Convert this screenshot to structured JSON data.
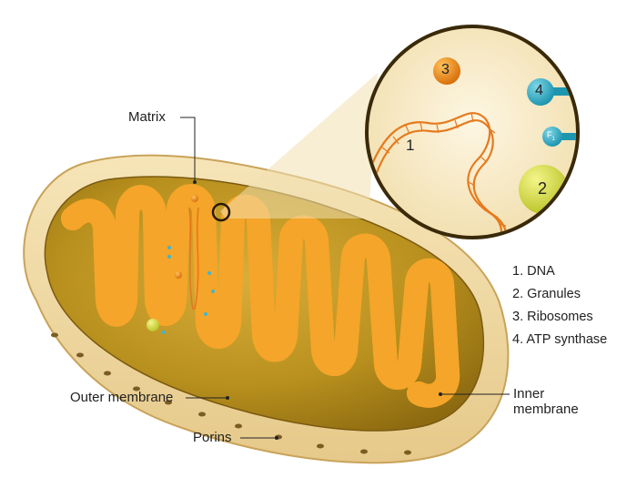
{
  "labels": {
    "matrix": "Matrix",
    "outer_membrane": "Outer membrane",
    "inner_membrane": "Inner membrane",
    "porins": "Porins"
  },
  "inset": {
    "dna_number": "1",
    "granule_number": "2",
    "ribosome_number": "3",
    "atp_synthase_number": "4",
    "f1": "F",
    "f1_sub": "1"
  },
  "legend": [
    "1. DNA",
    "2. Granules",
    "3. Ribosomes",
    "4. ATP synthase"
  ],
  "colors": {
    "outer_shell": "#f3dfae",
    "matrix_dark": "#b58a18",
    "cristae": "#f8b33a",
    "inset_fill": "#fbf0d6",
    "dna": "#e67a1e",
    "ribosome": "#ef8c1a",
    "atp_synthase": "#35afc7",
    "granule": "#d8e04a"
  }
}
